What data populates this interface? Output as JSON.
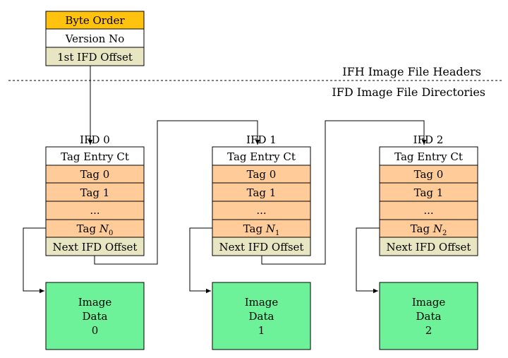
{
  "header": {
    "fields": [
      "Byte Order",
      "Version No",
      "1st IFD Offset"
    ],
    "section_labels": {
      "ifh": "IFH Image File Headers",
      "ifd": "IFD Image File Directories"
    }
  },
  "directories": [
    {
      "title": "IFD 0",
      "rows": [
        "Tag Entry Ct",
        "Tag 0",
        "Tag 1",
        "...",
        "Tag N",
        "Next IFD Offset"
      ],
      "last_tag_subscript": "0",
      "image": [
        "Image",
        "Data",
        "0"
      ]
    },
    {
      "title": "IFD 1",
      "rows": [
        "Tag Entry Ct",
        "Tag 0",
        "Tag 1",
        "...",
        "Tag N",
        "Next IFD Offset"
      ],
      "last_tag_subscript": "1",
      "image": [
        "Image",
        "Data",
        "1"
      ]
    },
    {
      "title": "IFD 2",
      "rows": [
        "Tag Entry Ct",
        "Tag 0",
        "Tag 1",
        "...",
        "Tag N",
        "Next IFD Offset"
      ],
      "last_tag_subscript": "2",
      "image": [
        "Image",
        "Data",
        "2"
      ]
    }
  ],
  "colors": {
    "byte_order": "#ffc20e",
    "header_plain": "#ffffff",
    "offset": "#e8e6c2",
    "tag": "#ffcc99",
    "image": "#6df299",
    "line": "#000000"
  }
}
